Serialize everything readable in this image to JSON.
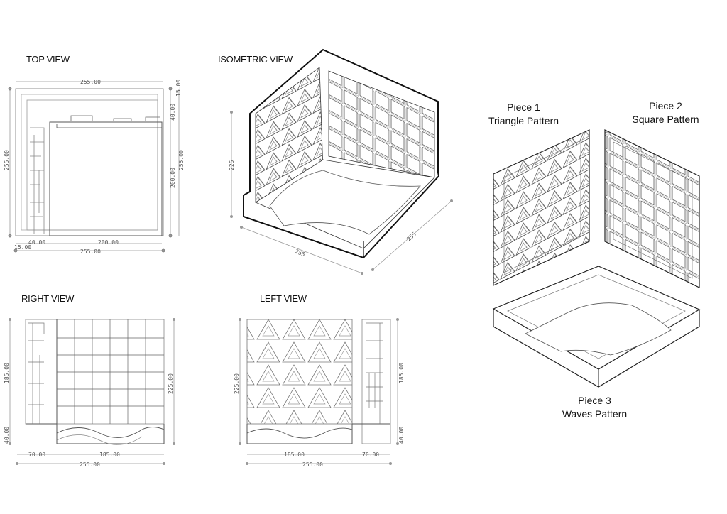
{
  "views": {
    "top": "TOP VIEW",
    "isometric": "ISOMETRIC VIEW",
    "right": "RIGHT VIEW",
    "left": "LEFT VIEW"
  },
  "pieces": [
    {
      "name": "Piece 1",
      "pattern": "Triangle Pattern"
    },
    {
      "name": "Piece 2",
      "pattern": "Square Pattern"
    },
    {
      "name": "Piece 3",
      "pattern": "Waves Pattern"
    }
  ],
  "dims": {
    "top": {
      "overall_w": "255.00",
      "overall_d": "255.00",
      "side_h": "255.00",
      "inner": "200.00",
      "inner_w": "200.00",
      "wall": "40.00",
      "offset": "15.00",
      "corner_a": "40.00",
      "corner_b": "15.00",
      "bottom": "255.00"
    },
    "iso": {
      "h": "225",
      "w": "255",
      "d": "255"
    },
    "right": {
      "h1": "185.00",
      "h0": "40.00",
      "h2": "225.00",
      "w1": "70.00",
      "w2": "185.00",
      "w": "255.00"
    },
    "left": {
      "h1": "225.00",
      "h2": "185.00",
      "h0": "40.00",
      "w1": "185.00",
      "w2": "70.00",
      "w": "255.00"
    }
  }
}
